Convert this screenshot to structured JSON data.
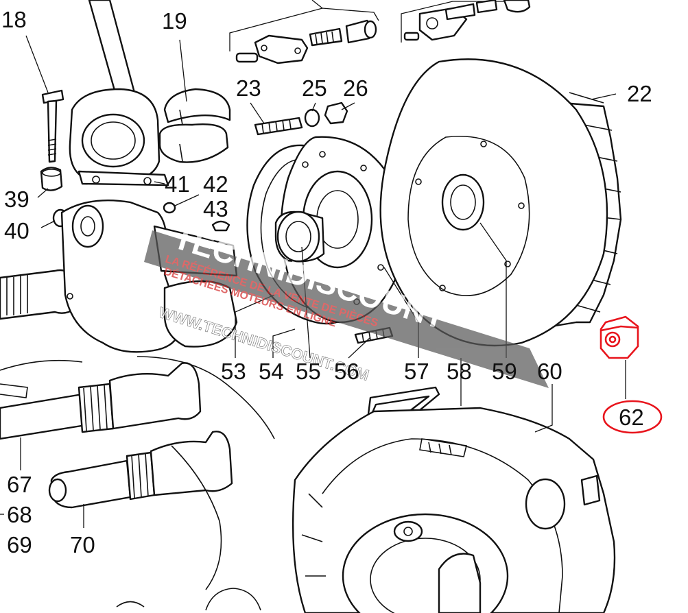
{
  "labels": {
    "l18": "18",
    "l19": "19",
    "l22": "22",
    "l23": "23",
    "l25": "25",
    "l26": "26",
    "l39": "39",
    "l40": "40",
    "l41": "41",
    "l42": "42",
    "l43": "43",
    "l53": "53",
    "l54": "54",
    "l55": "55",
    "l56": "56",
    "l57": "57",
    "l58": "58",
    "l59": "59",
    "l60": "60",
    "l62": "62",
    "l67": "67",
    "l68": "68",
    "l69": "69",
    "l70": "70"
  },
  "watermark": {
    "brand": "TECHNIDISCOUNT",
    "tagline_1": "LA RÉFÉRENCE DE LA VENTE DE PIÈCES",
    "tagline_2": "DÉTACHÉES MOTEURS EN LIGNE",
    "url": "WWW.TECHNIDISCOUNT.COM"
  },
  "colors": {
    "line": "#111111",
    "highlight": "#e8141c",
    "watermark": "#5a5a5a"
  },
  "highlighted_part": "62"
}
